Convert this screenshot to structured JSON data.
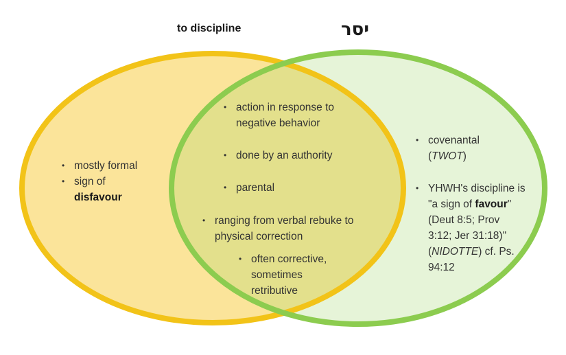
{
  "titles": {
    "left": "to discipline",
    "right": "יסר"
  },
  "colors": {
    "left_circle_fill": "#fbe49a",
    "left_circle_stroke": "#f2c318",
    "right_circle_fill": "#e6f4d8",
    "right_circle_stroke": "#8ccc4f",
    "overlap_fill": "#e3e08c"
  },
  "left_only": {
    "item1": "mostly formal",
    "item2_pre": "sign of",
    "item2_bold": "disfavour"
  },
  "overlap": {
    "item1_line1": "action in response to",
    "item1_line2": "negative behavior",
    "item2": "done by an authority",
    "item3": "parental",
    "item4_line1": "ranging from verbal rebuke to",
    "item4_line2": "physical correction",
    "sub_line1": "often corrective,",
    "sub_line2": "sometimes",
    "sub_line3": "retributive"
  },
  "right_only": {
    "item1_line1": "covenantal",
    "item1_italic": "TWOT",
    "item2_line1": "YHWH's discipline is",
    "item2_pre": "\"a sign of ",
    "item2_bold": "favour",
    "item2_post": "\"",
    "item2_line3": "(Deut 8:5; Prov",
    "item2_line4": "3:12; Jer 31:18)\"",
    "item2_italic": "NIDOTTE",
    "item2_tail1": ") cf. Ps.",
    "item2_line6": "94:12"
  }
}
